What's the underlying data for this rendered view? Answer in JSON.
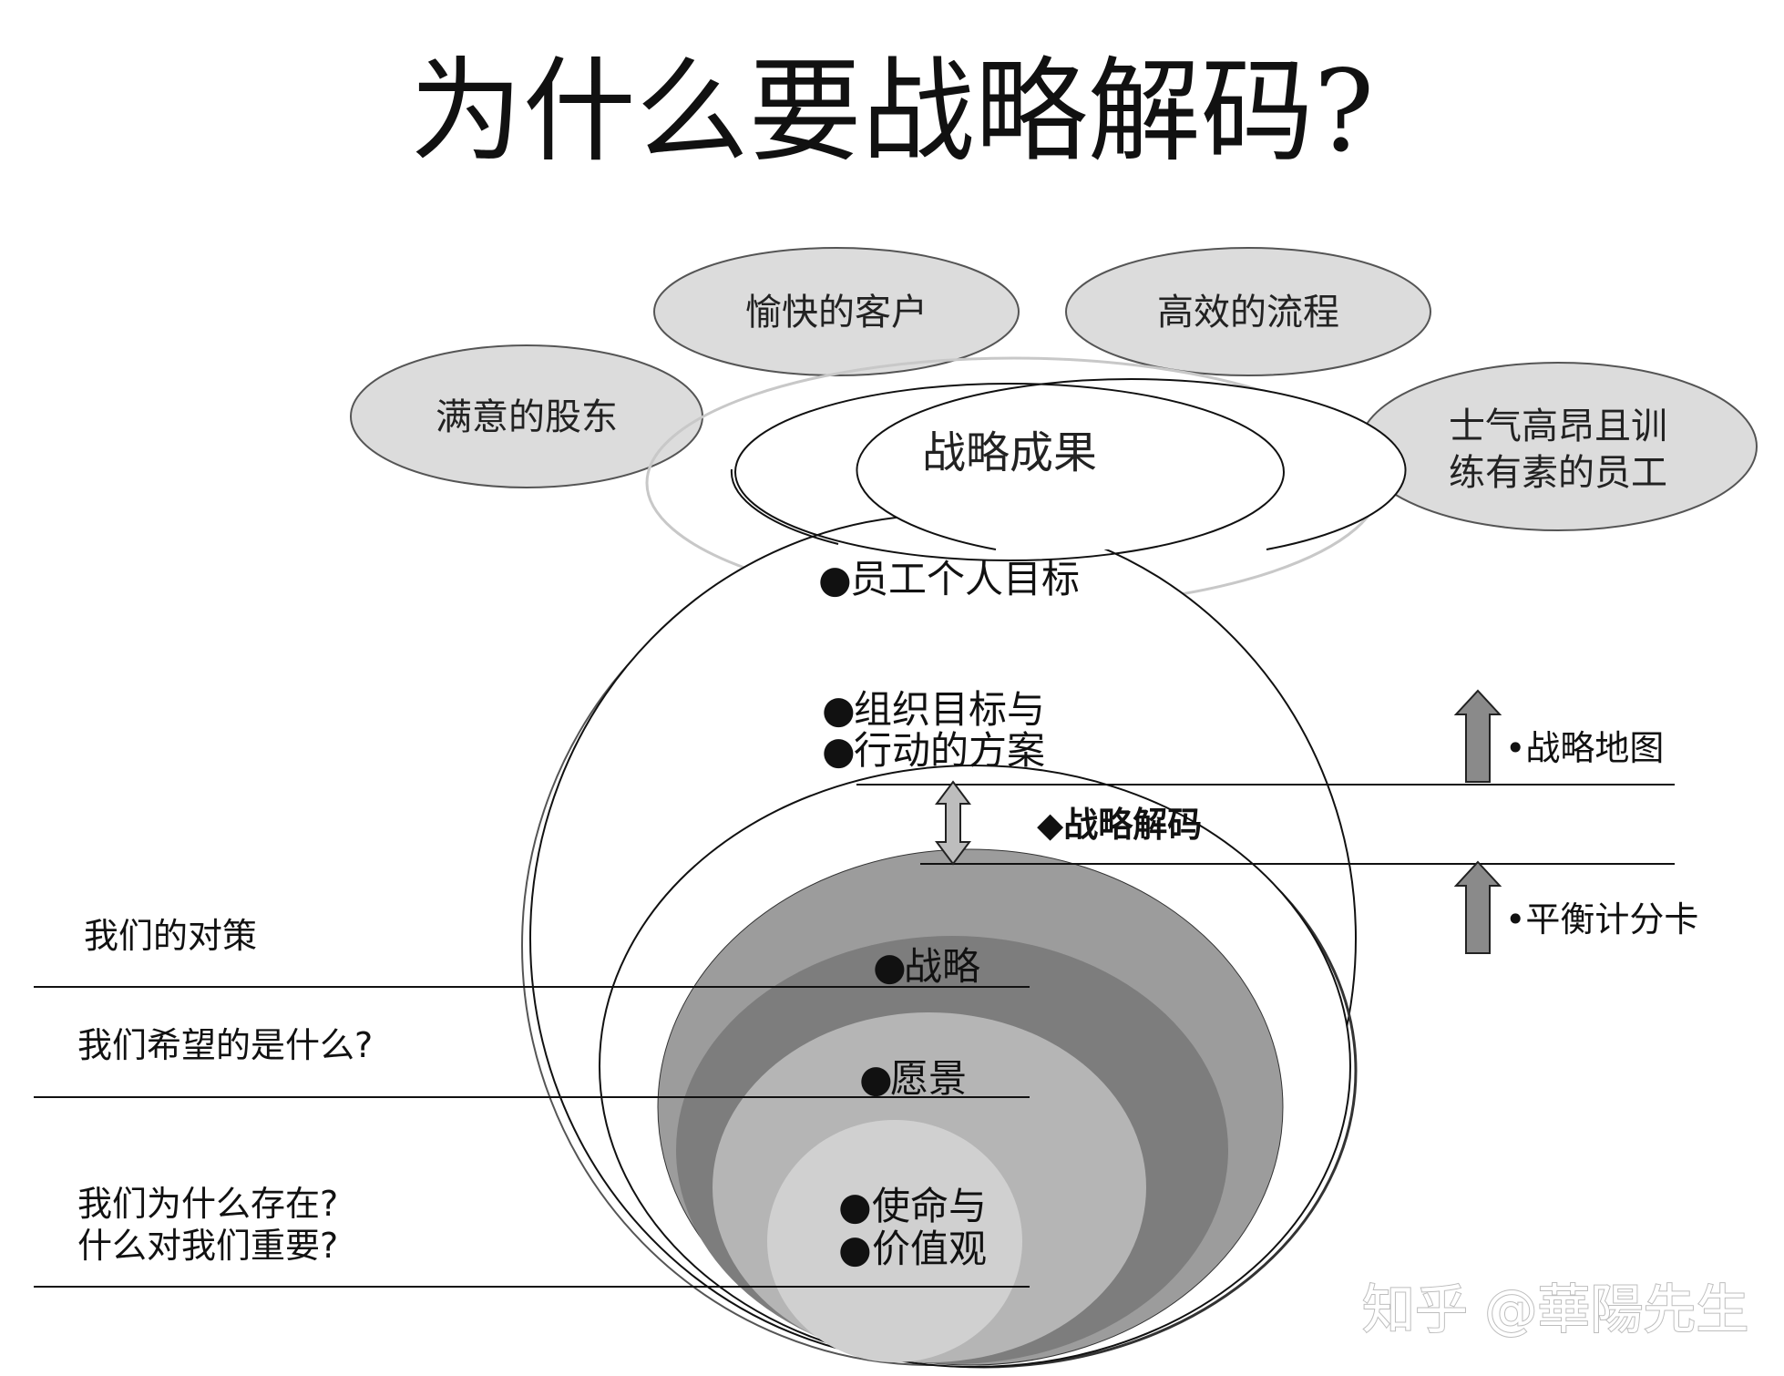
{
  "title": "为什么要战略解码?",
  "outcomes": {
    "shareholders": "满意的股东",
    "customers": "愉快的客户",
    "process": "高效的流程",
    "employees_line1": "士气高昂且训",
    "employees_line2": "练有素的员工",
    "result": "战略成果"
  },
  "layers": {
    "personal_goals": "员工个人目标",
    "org_goals_line1": "组织目标与",
    "org_goals_line2": "行动的方案",
    "strategy": "战略",
    "vision": "愿景",
    "mission_line1": "使命与",
    "mission_line2": "价值观"
  },
  "decode_label": "◆战略解码",
  "right_labels": {
    "strategy_map": "•战略地图",
    "scorecard": "•平衡计分卡"
  },
  "left_labels": {
    "our_strategy": "我们的对策",
    "what_we_want": "我们希望的是什么?",
    "why_exist_line1": "我们为什么存在?",
    "what_matters_line2": "什么对我们重要?"
  },
  "bullet": "●",
  "watermark": "知乎 @華陽先生",
  "colors": {
    "oval_fill": "#dcdcdc",
    "layer_strategy": "#9c9c9c",
    "layer_strategy_inner": "#7d7d7d",
    "layer_vision": "#b5b5b5",
    "layer_mission": "#d0d0d0",
    "arrow_fill": "#8a8a8a"
  }
}
